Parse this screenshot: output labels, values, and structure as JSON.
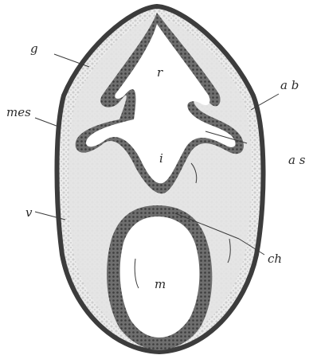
{
  "figure": {
    "labels": {
      "g": "g",
      "r": "r",
      "ab": "a b",
      "mes": "mes",
      "i": "i",
      "as": "a s",
      "v": "v",
      "ch": "ch",
      "m": "m"
    },
    "colors": {
      "background": "#ffffff",
      "tissue": "#e6e6e6",
      "epithelium": "#555555",
      "ink": "#2a2a2a"
    }
  }
}
